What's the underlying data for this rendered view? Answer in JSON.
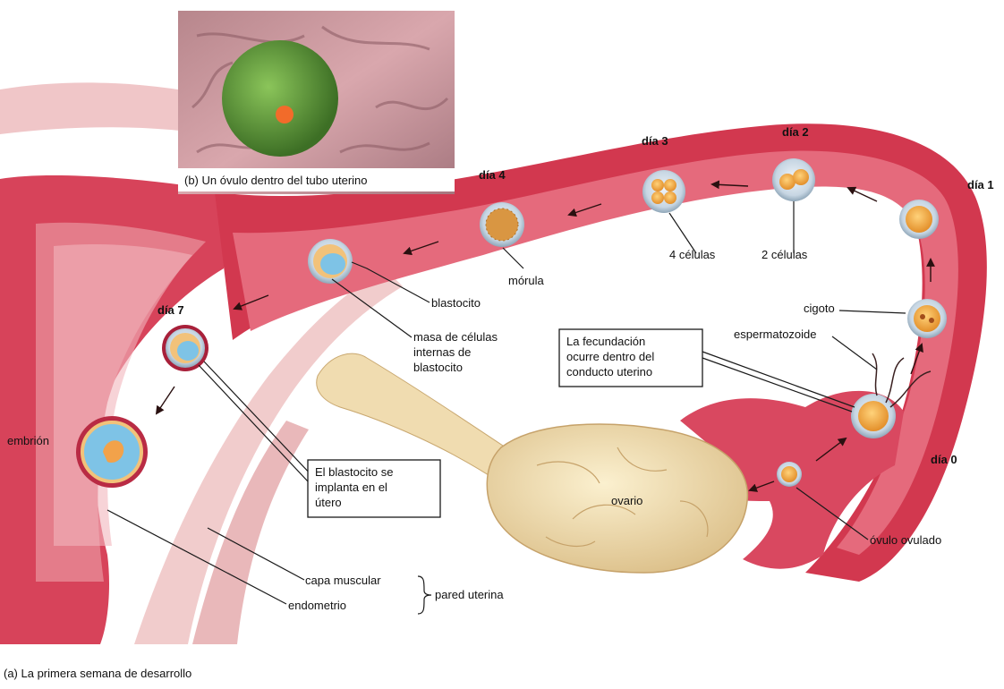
{
  "inset": {
    "caption": "(b) Un óvulo dentro del tubo uterino"
  },
  "figure": {
    "caption": "(a) La primera semana de desarrollo"
  },
  "days": {
    "d0": "día 0",
    "d1": "día 1",
    "d2": "día 2",
    "d3": "día 3",
    "d4": "día 4",
    "d7": "día 7"
  },
  "labels": {
    "cigoto": "cigoto",
    "espermatozoide": "espermatozoide",
    "cells2": "2 células",
    "cells4": "4 células",
    "morula": "mórula",
    "blastocito": "blastocito",
    "masa1": "masa de células",
    "masa2": "internas de",
    "masa3": "blastocito",
    "embrion": "embrión",
    "ovario": "ovario",
    "ovulo": "óvulo ovulado",
    "capa": "capa muscular",
    "endometrio": "endometrio",
    "pared": "pared uterina"
  },
  "boxes": {
    "fecundacion": [
      "La fecundación",
      "ocurre dentro del",
      "conducto uterino"
    ],
    "implanta": [
      "El blastocito se",
      "implanta en el",
      "útero"
    ]
  },
  "colors": {
    "tissue": "#d9495a",
    "tissue_light": "#e9919a",
    "tissue_dark": "#a82b3c",
    "muscle": "#eab3b5",
    "ovary": "#f2dfb0",
    "zona": "#b8c9d6",
    "cell": "#f0a743",
    "blasto_cavity": "#7ec3e6",
    "egg_green": "#5f9a3c"
  }
}
